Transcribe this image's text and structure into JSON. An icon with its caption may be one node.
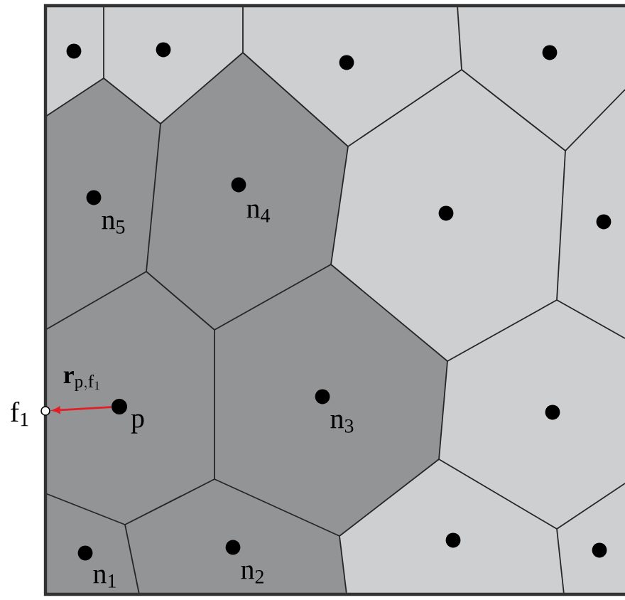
{
  "diagram": {
    "nodes": [
      {
        "text": [
          "p"
        ]
      },
      {
        "text": [
          "f$_{1}$"
        ]
      }
    ],
    "edges": [
      {
        "from": 0,
        "to": 1,
        "arrow": "to",
        "color": "#e21f26",
        "label": "\\mathbf{r}_{\\mathrm{p},\\mathrm{f}_{1}}"
      }
    ],
    "labels": [
      "n$_{5}$",
      "n$_{4}$",
      "n$_{3}$",
      "n$_{1}$",
      "n$_{2}$"
    ]
  }
}
